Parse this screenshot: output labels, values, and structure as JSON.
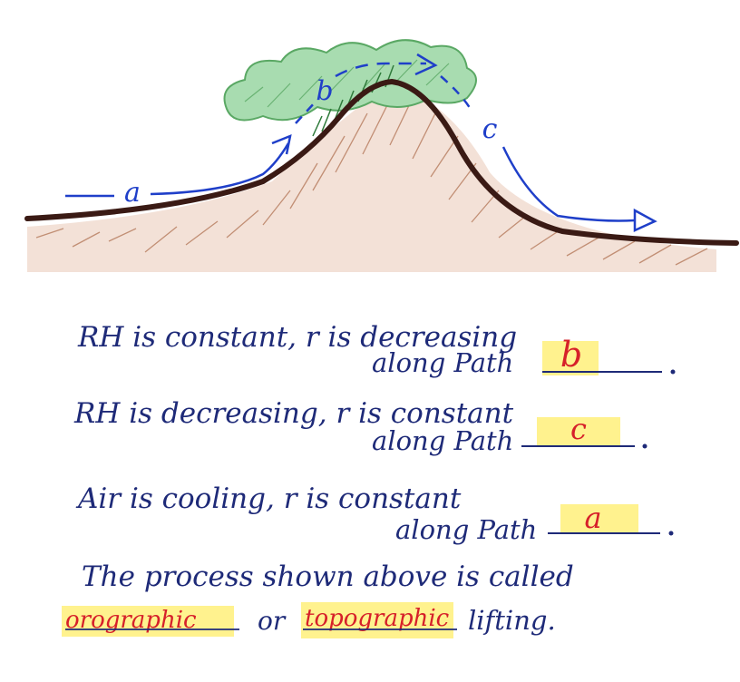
{
  "diagram": {
    "paths": {
      "a": "a",
      "b": "b",
      "c": "c"
    },
    "statements": [
      {
        "line1": "RH is constant, r is decreasing",
        "line2": "along Path",
        "answer": "b"
      },
      {
        "line1": "RH is decreasing, r is constant",
        "line2": "along Path",
        "answer": "c"
      },
      {
        "line1": "Air is cooling, r is constant",
        "line2": "along Path",
        "answer": "a"
      }
    ],
    "summary": {
      "prefix": "The process shown above is called",
      "term1": "orographic",
      "connector": "or",
      "term2": "topographic",
      "suffix": "lifting."
    }
  },
  "colors": {
    "ink": "#1e2a78",
    "arrow": "#1f3fc9",
    "answer": "#d6202a",
    "highlight": "#fff07a",
    "cloud": "#8fd49a",
    "ground": "#b57a5c"
  }
}
